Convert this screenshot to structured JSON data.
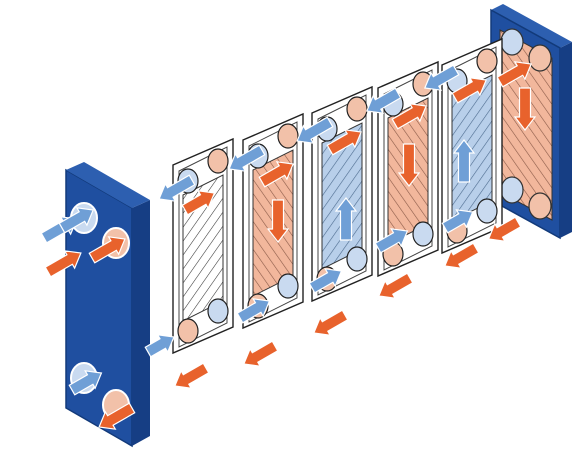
{
  "diagram": {
    "plates": [
      {
        "kind": "frame",
        "color": "#1f4fa0"
      },
      {
        "kind": "plate",
        "channel": "white",
        "flow": "none"
      },
      {
        "kind": "plate",
        "channel": "hot",
        "flow": "down"
      },
      {
        "kind": "plate",
        "channel": "cold",
        "flow": "up"
      },
      {
        "kind": "plate",
        "channel": "hot",
        "flow": "down"
      },
      {
        "kind": "plate",
        "channel": "cold",
        "flow": "up"
      },
      {
        "kind": "plate",
        "channel": "hot",
        "flow": "down"
      },
      {
        "kind": "frame",
        "color": "#1f4fa0"
      }
    ],
    "colors": {
      "hot_fluid": "#e8622c",
      "cold_fluid": "#6f9fd6",
      "frame": "#1f4fa0",
      "hot_channel": "#f2b79c",
      "cold_channel": "#b8cfea"
    },
    "icons": [
      "hot-flow-arrow",
      "cold-flow-arrow",
      "port-hole",
      "plate-frame"
    ]
  }
}
